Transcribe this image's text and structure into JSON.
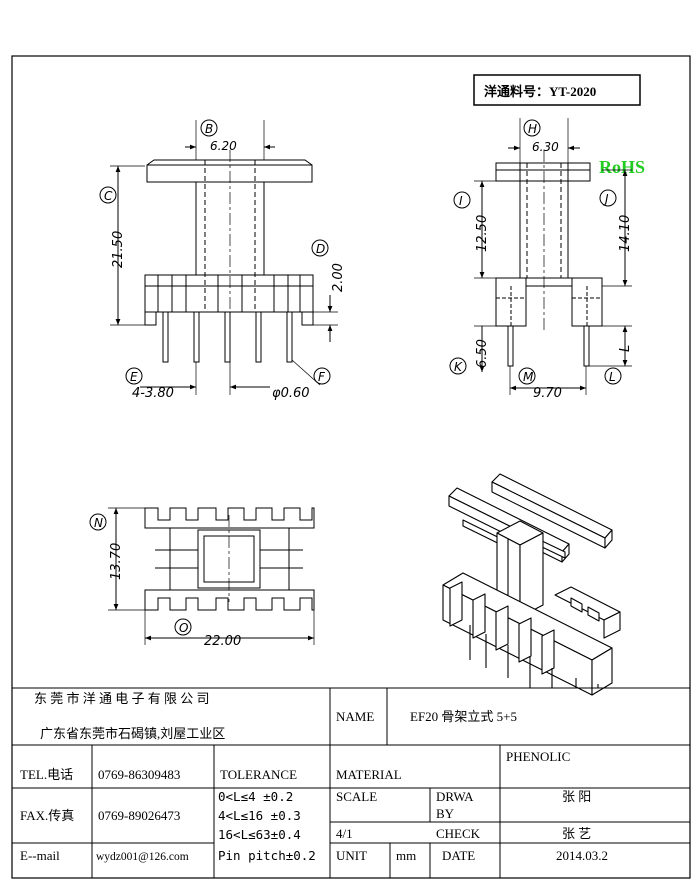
{
  "part_number": "洋通料号：YT-2020",
  "rohs": "RoHS",
  "dimensions": {
    "B": "B",
    "C": "C",
    "D": "D",
    "E": "E",
    "F": "F",
    "H": "H",
    "I": "I",
    "J": "J",
    "K": "K",
    "L": "L",
    "M": "M",
    "N": "N",
    "O": "O",
    "b_value": "6.20",
    "c_value": "21.50",
    "d_value": "2.00",
    "e_value": "4-3.80",
    "f_value": "φ0.60",
    "h_value": "6.30",
    "i_value": "12.50",
    "j_value": "14.10",
    "k_value": "6.50",
    "l_value": "L",
    "m_value": "9.70",
    "n_value": "13.70",
    "o_value": "22.00"
  },
  "title_block": {
    "company": "东 莞 市 洋 通 电 子 有 限 公 司",
    "address": "广东省东莞市石碣镇,刘屋工业区",
    "name_label": "NAME",
    "name_value": "EF20 骨架立式 5+5",
    "tel_label": "TEL.电话",
    "tel_value": "0769-86309483",
    "tolerance_label": "TOLERANCE",
    "material_label": "MATERIAL",
    "material_value": "PHENOLIC",
    "fax_label": "FAX.传真",
    "fax_value": "0769-89026473",
    "tol_1": "0<L≤4   ±0.2",
    "tol_2": "4<L≤16  ±0.3",
    "tol_3": "16<L≤63±0.4",
    "tol_4": "Pin pitch±0.2",
    "scale_label": "SCALE",
    "scale_value": "4/1",
    "drawn_label_1": "DRWA",
    "drawn_label_2": "BY",
    "drawn_value": "张 阳",
    "check_label": "CHECK",
    "check_value": "张 艺",
    "email_label": "E--mail",
    "email_value": "wydz001@126.com",
    "unit_label": "UNIT",
    "unit_value": "mm",
    "date_label": "DATE",
    "date_value": "2014.03.2"
  }
}
